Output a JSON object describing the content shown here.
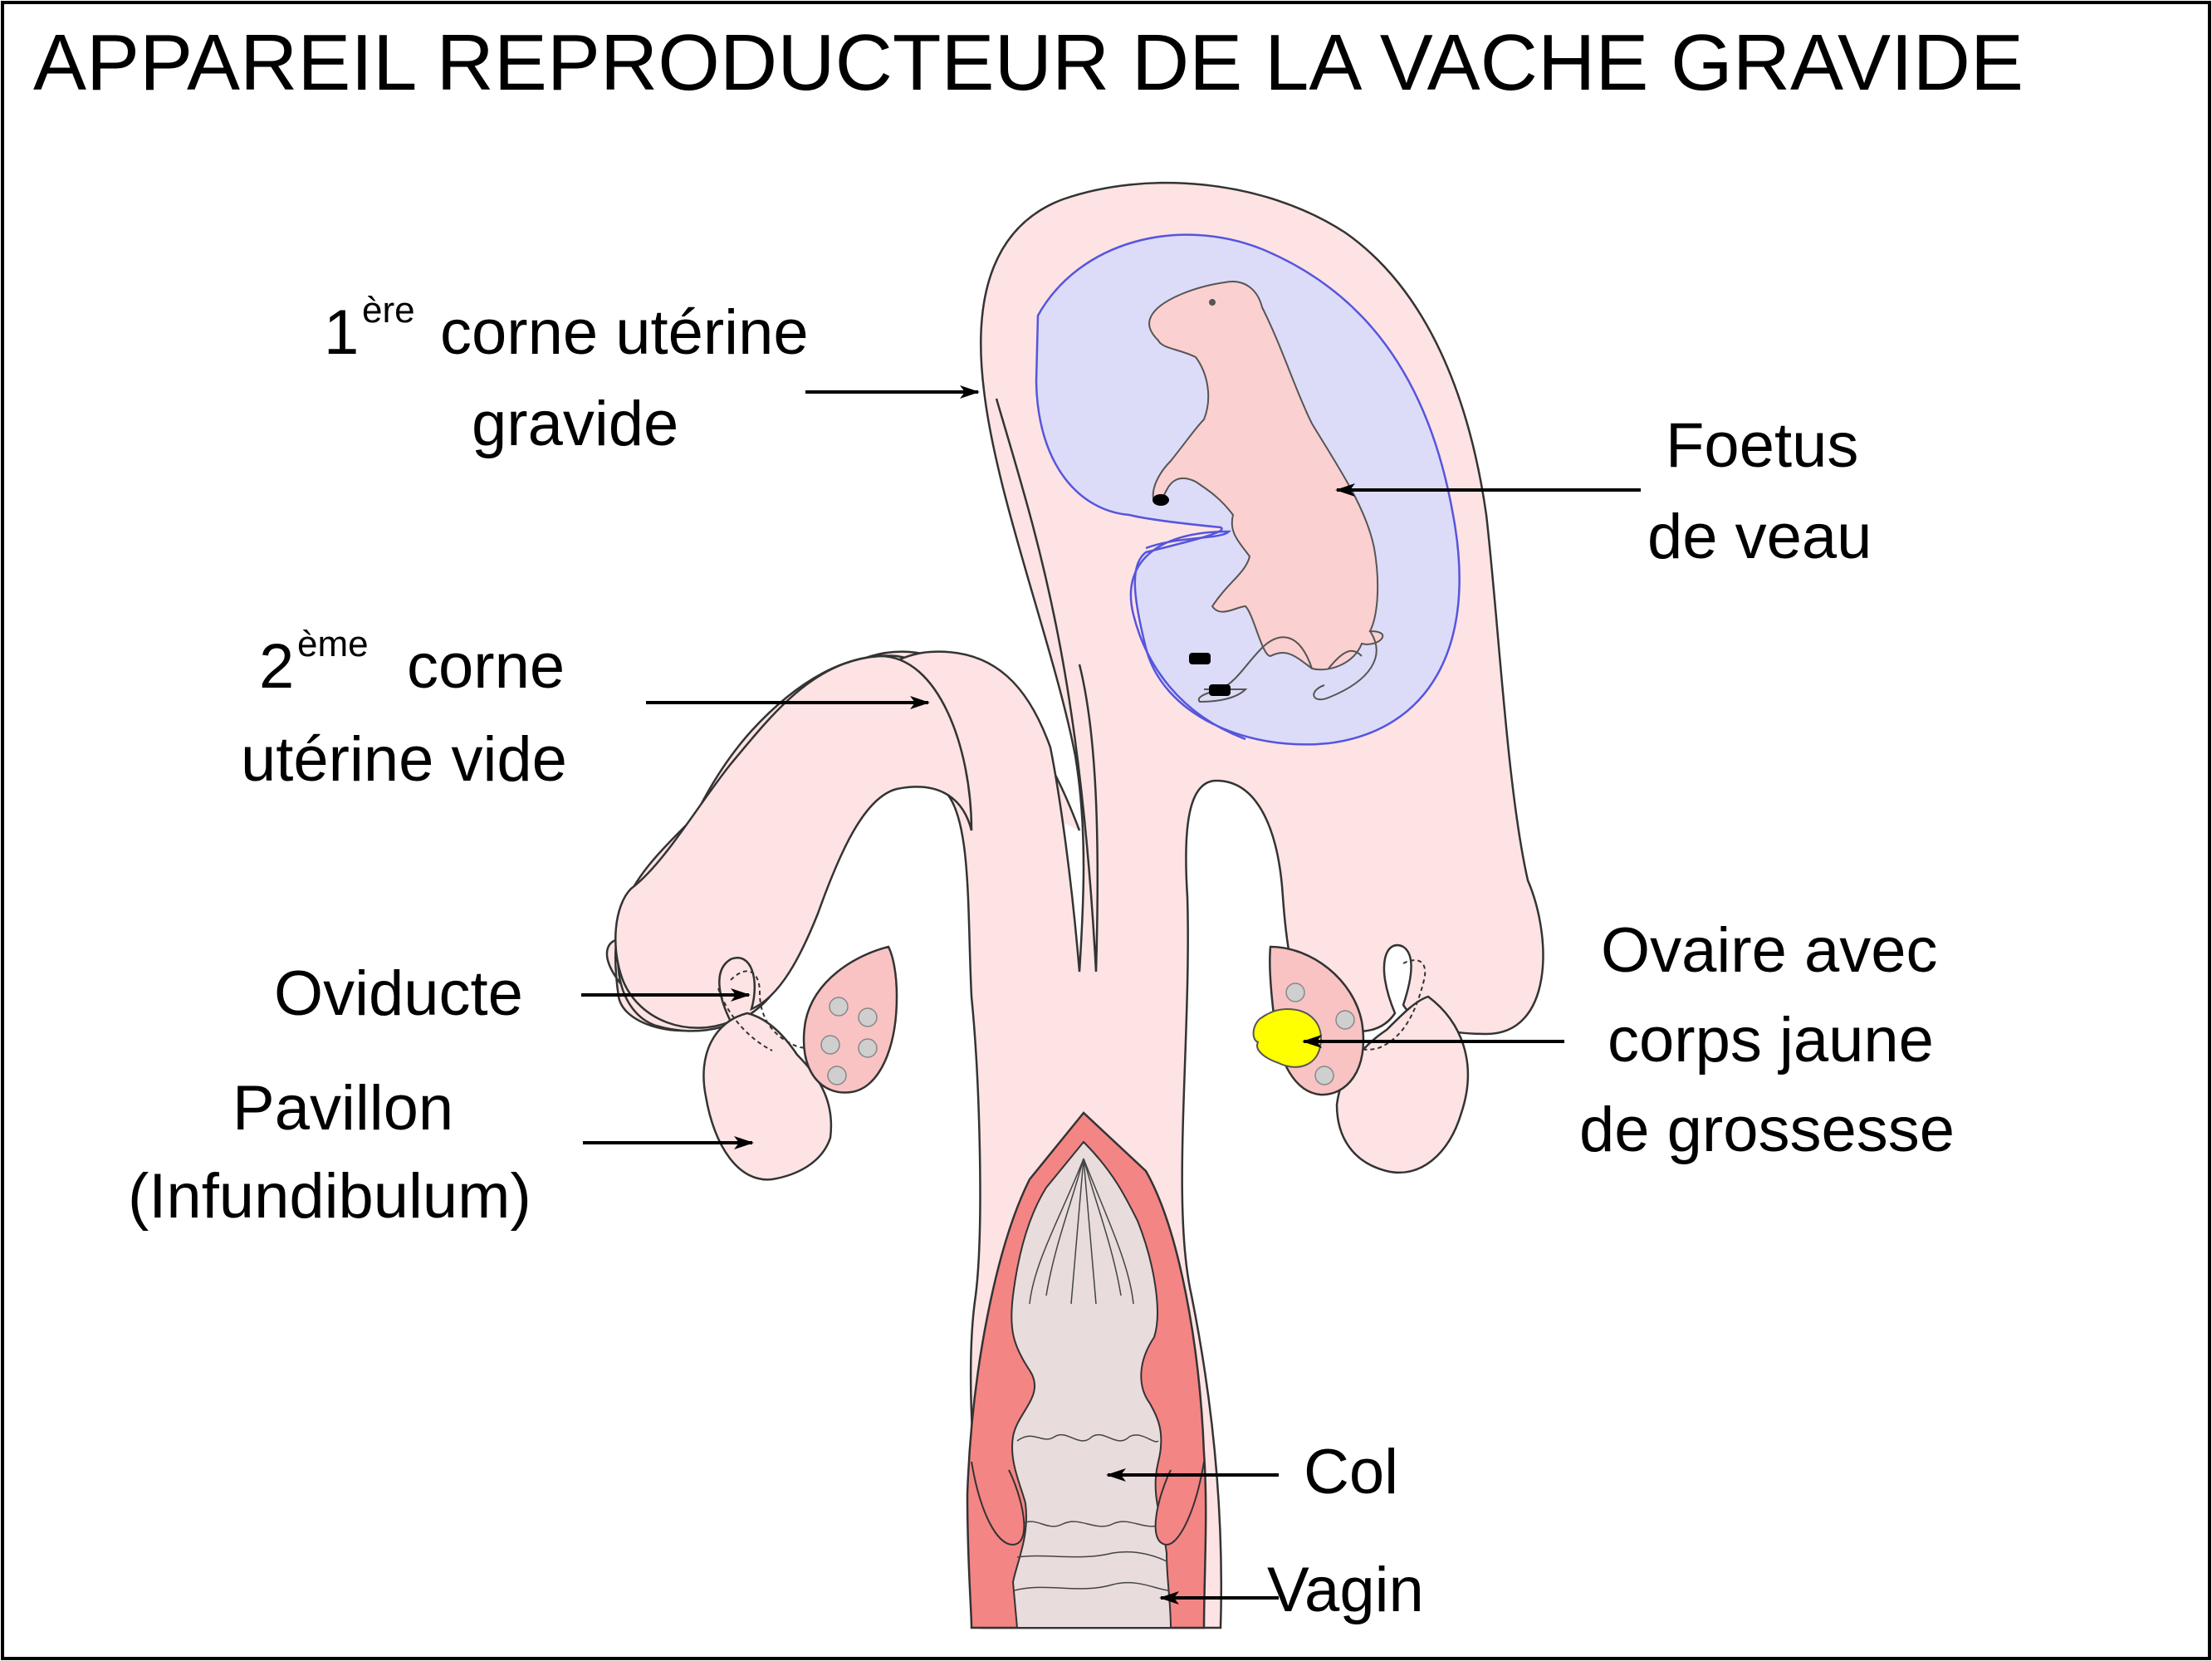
{
  "title": "APPAREIL REPRODUCTEUR DE LA VACHE GRAVIDE",
  "labels": {
    "corne1_num": "1",
    "corne1_sup": "ère",
    "corne1_line1": "corne utérine",
    "corne1_line2": "gravide",
    "corne2_num": "2",
    "corne2_sup": "ème",
    "corne2_line1": "corne",
    "corne2_line2": "utérine vide",
    "foetus_line1": "Foetus",
    "foetus_line2": "de veau",
    "oviducte": "Oviducte",
    "pavillon_line1": "Pavillon",
    "pavillon_line2": "(Infundibulum)",
    "ovaire_line1": "Ovaire avec",
    "ovaire_line2": "corps jaune",
    "ovaire_line3": "de grossesse",
    "col": "Col",
    "vagin": "Vagin"
  },
  "colors": {
    "uterus": "#fde3e3",
    "amnion": "#dcdcf8",
    "amnion_border": "#5555dd",
    "fetus": "#fbd0d0",
    "mucosa": "#f48585",
    "cervix": "#e8dcdc",
    "ovary": "#f9c3c3",
    "follicle": "#cfcfcf",
    "corpus_luteum": "#ffff00"
  }
}
